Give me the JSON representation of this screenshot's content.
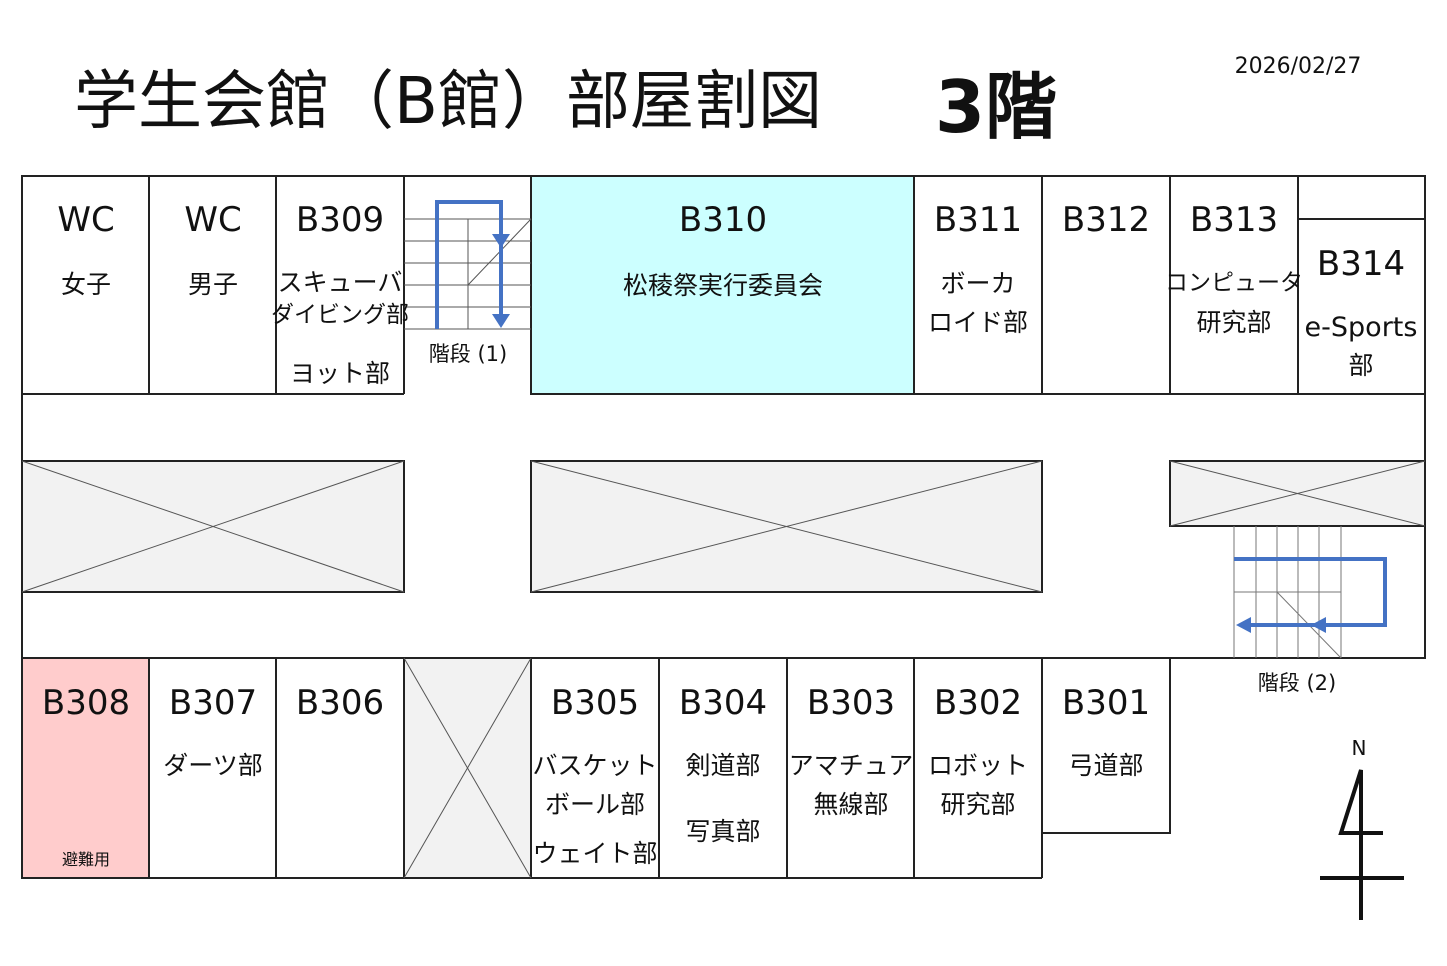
{
  "title": "学生会館（B館）部屋割図",
  "floor": "3階",
  "date": "2026/02/27",
  "colors": {
    "b310": "#ccffff",
    "b308": "#ffcccc",
    "arrow": "#4472c4",
    "hatch": "#f2f2f2"
  },
  "rooms": {
    "wc_f": {
      "name": "WC",
      "label": "女子"
    },
    "wc_m": {
      "name": "WC",
      "label": "男子"
    },
    "b309": {
      "name": "B309",
      "l1": "スキューバ",
      "l2": "ダイビング部",
      "l3": "ヨット部"
    },
    "b310": {
      "name": "B310",
      "label": "松稜祭実行委員会"
    },
    "b311": {
      "name": "B311",
      "l1": "ボーカ",
      "l2": "ロイド部"
    },
    "b312": {
      "name": "B312"
    },
    "b313": {
      "name": "B313",
      "l1": "コンピュータ",
      "l2": "研究部"
    },
    "b314": {
      "name": "B314",
      "l1": "e-Sports",
      "l2": "部"
    },
    "b308": {
      "name": "B308",
      "note": "避難用"
    },
    "b307": {
      "name": "B307",
      "label": "ダーツ部"
    },
    "b306": {
      "name": "B306"
    },
    "b305": {
      "name": "B305",
      "l1": "バスケット",
      "l2": "ボール部",
      "l3": "ウェイト部"
    },
    "b304": {
      "name": "B304",
      "l1": "剣道部",
      "l2": "写真部"
    },
    "b303": {
      "name": "B303",
      "l1": "アマチュア",
      "l2": "無線部"
    },
    "b302": {
      "name": "B302",
      "l1": "ロボット",
      "l2": "研究部"
    },
    "b301": {
      "name": "B301",
      "label": "弓道部"
    }
  },
  "stairs1": "階段 (1)",
  "stairs2": "階段 (2)",
  "compass": "N"
}
